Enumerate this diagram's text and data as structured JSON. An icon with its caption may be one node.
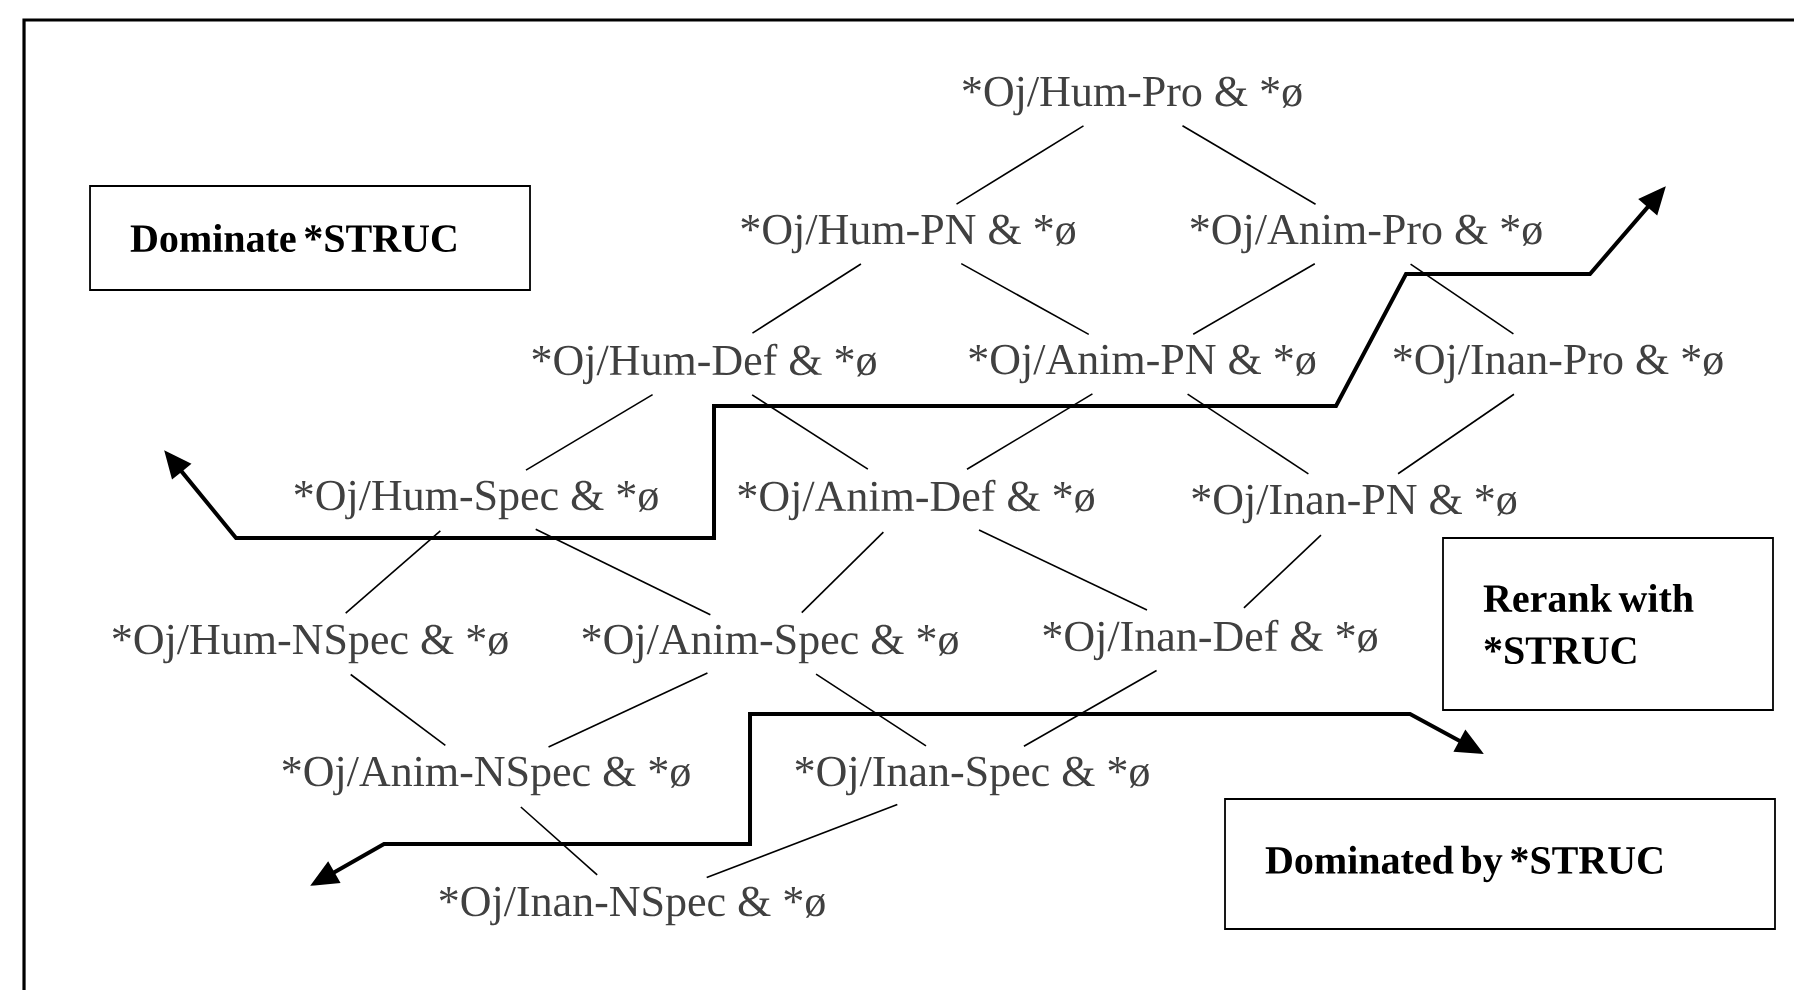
{
  "diagram": {
    "nodes": [
      {
        "text": [
          "*Oj/Hum-Pro & *ø"
        ]
      },
      {
        "text": [
          "*Oj/Hum-PN & *ø"
        ]
      },
      {
        "text": [
          "*Oj/Anim-Pro & *ø"
        ]
      },
      {
        "text": [
          "*Oj/Hum-Def & *ø"
        ]
      },
      {
        "text": [
          "*Oj/Anim-PN & *ø"
        ]
      },
      {
        "text": [
          "*Oj/Inan-Pro & *ø"
        ]
      },
      {
        "text": [
          "*Oj/Hum-Spec & *ø"
        ]
      },
      {
        "text": [
          "*Oj/Anim-Def & *ø"
        ]
      },
      {
        "text": [
          "*Oj/Inan-PN & *ø"
        ]
      },
      {
        "text": [
          "*Oj/Hum-NSpec & *ø"
        ]
      },
      {
        "text": [
          "*Oj/Anim-Spec & *ø"
        ]
      },
      {
        "text": [
          "*Oj/Inan-Def & *ø"
        ]
      },
      {
        "text": [
          "*Oj/Anim-NSpec & *ø"
        ]
      },
      {
        "text": [
          "*Oj/Inan-Spec & *ø"
        ]
      },
      {
        "text": [
          "*Oj/Inan-NSpec & *ø"
        ]
      },
      {
        "text": [
          "Dominate *STRUC"
        ]
      },
      {
        "text": [
          "Rerank with *STRUC"
        ]
      },
      {
        "text": [
          "Dominated by *STRUC"
        ]
      }
    ],
    "edges": [
      {
        "from": 0,
        "to": 1,
        "arrow": "none"
      },
      {
        "from": 0,
        "to": 2,
        "arrow": "none"
      },
      {
        "from": 1,
        "to": 3,
        "arrow": "none"
      },
      {
        "from": 1,
        "to": 4,
        "arrow": "none"
      },
      {
        "from": 2,
        "to": 4,
        "arrow": "none"
      },
      {
        "from": 2,
        "to": 5,
        "arrow": "none"
      },
      {
        "from": 3,
        "to": 6,
        "arrow": "none"
      },
      {
        "from": 3,
        "to": 7,
        "arrow": "none"
      },
      {
        "from": 4,
        "to": 7,
        "arrow": "none"
      },
      {
        "from": 4,
        "to": 8,
        "arrow": "none"
      },
      {
        "from": 5,
        "to": 8,
        "arrow": "none"
      },
      {
        "from": 6,
        "to": 9,
        "arrow": "none"
      },
      {
        "from": 6,
        "to": 10,
        "arrow": "none"
      },
      {
        "from": 7,
        "to": 10,
        "arrow": "none"
      },
      {
        "from": 7,
        "to": 11,
        "arrow": "none"
      },
      {
        "from": 8,
        "to": 11,
        "arrow": "none"
      },
      {
        "from": 9,
        "to": 12,
        "arrow": "none"
      },
      {
        "from": 10,
        "to": 12,
        "arrow": "none"
      },
      {
        "from": 10,
        "to": 13,
        "arrow": "none"
      },
      {
        "from": 11,
        "to": 13,
        "arrow": "none"
      },
      {
        "from": 12,
        "to": 14,
        "arrow": "none"
      },
      {
        "from": 13,
        "to": 14,
        "arrow": "none"
      }
    ]
  }
}
